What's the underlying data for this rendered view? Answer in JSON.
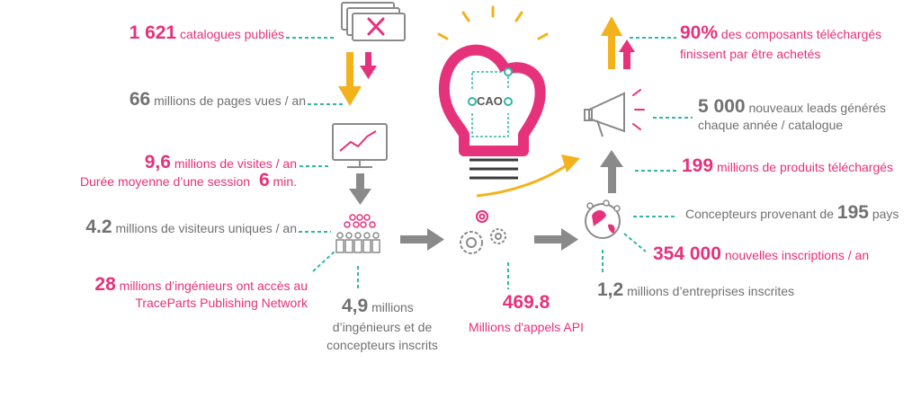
{
  "colors": {
    "pink": "#e6317b",
    "gray": "#707070",
    "yellow": "#f3b21c",
    "teal": "#33b5a8"
  },
  "icons": [
    "catalog-stack-icon",
    "wrench-screwdriver-icon",
    "monitor-chart-icon",
    "people-group-icon",
    "gears-icon",
    "lightbulb-icon",
    "globe-network-icon",
    "megaphone-icon"
  ],
  "stats": {
    "catalogues": {
      "number": "1 621",
      "label": "catalogues publiés"
    },
    "pages": {
      "number": "66",
      "label": "millions de pages vues / an"
    },
    "visits": {
      "number": "9,6",
      "label": "millions de visites / an"
    },
    "session": {
      "label": "Durée moyenne d’une session",
      "number": "6",
      "unit": "min."
    },
    "visitors": {
      "number": "4.2",
      "label": "millions de visiteurs uniques / an"
    },
    "engineers": {
      "number": "28",
      "label1": "millions d’ingénieurs ont accès au",
      "label2": "TraceParts Publishing Network"
    },
    "registered": {
      "number": "4,9",
      "label1": "millions",
      "label2": "d’ingénieurs et de",
      "label3": "concepteurs inscrits"
    },
    "api": {
      "number": "469.8",
      "label": "Millions d'appels API"
    },
    "cad": {
      "label": "CAO"
    },
    "purchased": {
      "number": "90%",
      "label1": "des composants téléchargés",
      "label2": "finissent par être achetés"
    },
    "leads": {
      "number": "5 000",
      "label1": "nouveaux leads générés",
      "label2": "chaque année / catalogue"
    },
    "downloads": {
      "number": "199",
      "label": "millions de produits téléchargés"
    },
    "countries": {
      "label": "Concepteurs provenant de",
      "number": "195",
      "unit": "pays"
    },
    "signups": {
      "number": "354 000",
      "label": "nouvelles inscriptions / an"
    },
    "companies": {
      "number": "1,2",
      "label": "millions d’entreprises inscrites"
    }
  }
}
